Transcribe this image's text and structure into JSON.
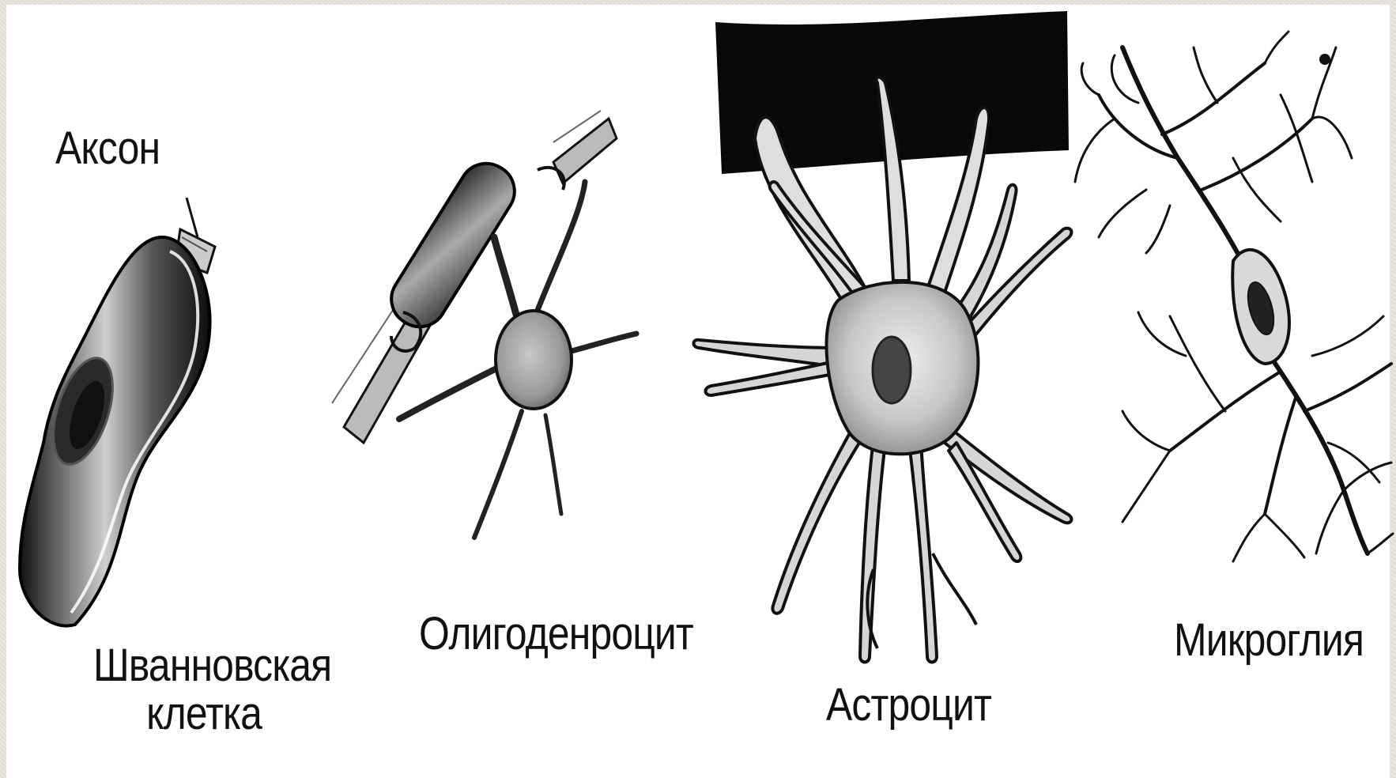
{
  "labels": {
    "axon": "Аксон",
    "schwann_line1": "Шванновская",
    "schwann_line2": "клетка",
    "oligodendrocyte": "Олигоденроцит",
    "astrocyte": "Астроцит",
    "microglia": "Микроглия"
  },
  "colors": {
    "ink": "#111111",
    "paper": "#ffffff",
    "frame": "#e9e4dc",
    "cell_mid": "#7a7a7a",
    "cell_light": "#d9d9d9"
  }
}
